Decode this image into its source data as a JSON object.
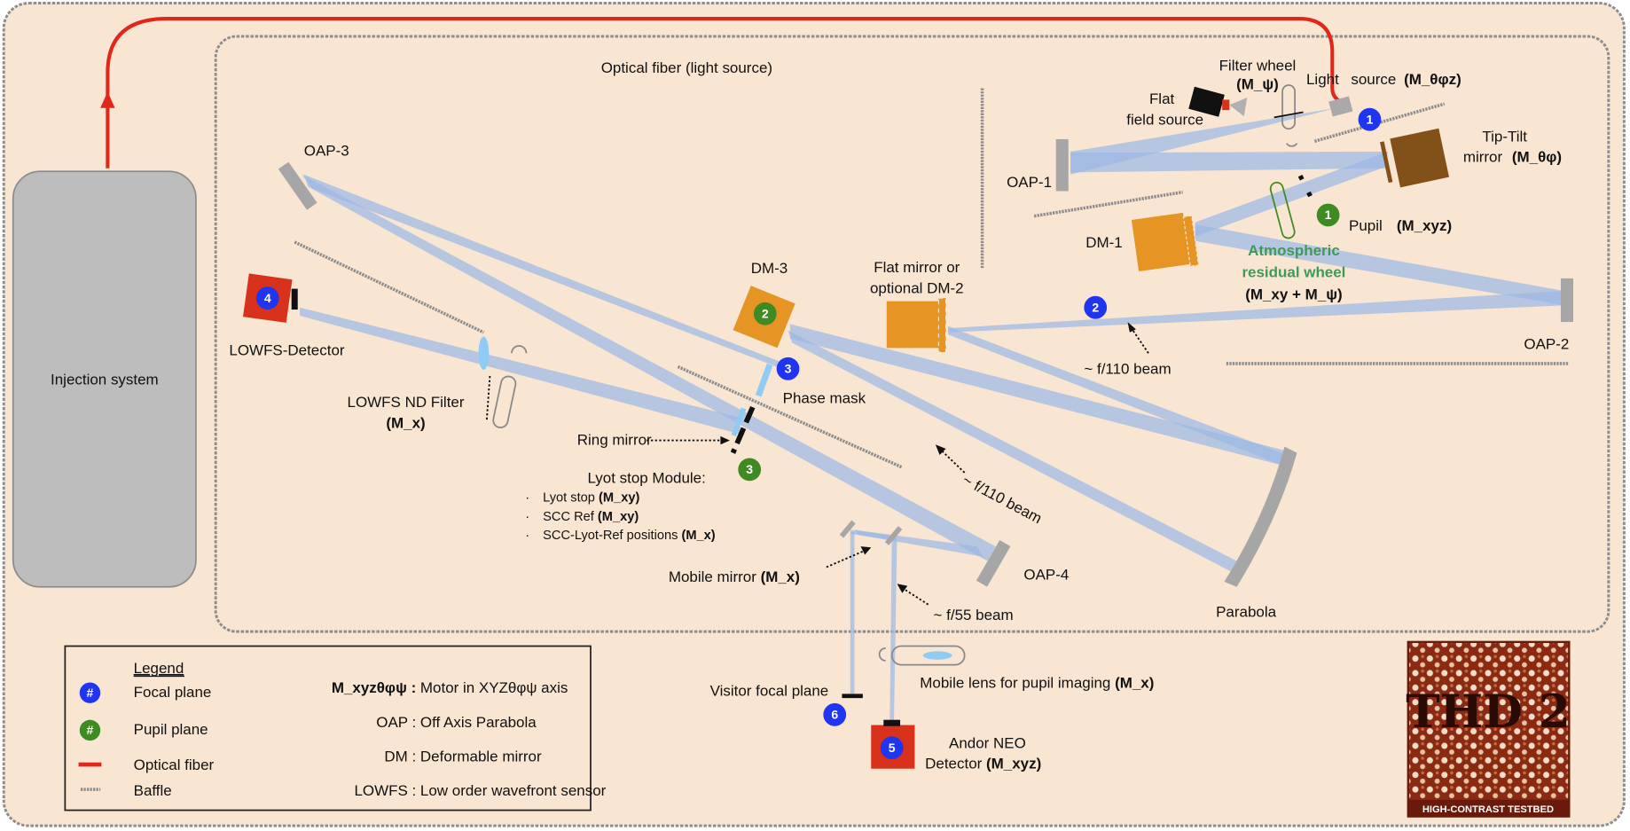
{
  "colors": {
    "background": "#f8e6d2",
    "focal_plane": "#1f35f0",
    "pupil_plane": "#3f8a22",
    "fiber": "#e1261c",
    "beam": "#9bb8e6",
    "dm": "#e69423",
    "tip_tilt": "#82511a",
    "detector": "#d8321d",
    "mirror": "#a6a6a6",
    "atmospheric_text": "#3f9a5a"
  },
  "injection": {
    "label": "Injection system"
  },
  "fiber": {
    "label": "Optical fiber (light source)"
  },
  "components": {
    "filter_wheel": {
      "name": "Filter wheel",
      "motor": "(M_ψ)"
    },
    "flat_field": {
      "line1": "Flat",
      "line2": "field source"
    },
    "light_source": {
      "name1": "Light",
      "name2": "source",
      "motor": "(M_θφz)"
    },
    "tip_tilt": {
      "line1": "Tip-Tilt",
      "name": "mirror",
      "motor": "(M_θφ)"
    },
    "oap1": "OAP-1",
    "oap2": "OAP-2",
    "oap3": "OAP-3",
    "oap4": "OAP-4",
    "dm1": "DM-1",
    "dm3": "DM-3",
    "pupil": {
      "name": "Pupil",
      "motor": "(M_xyz)"
    },
    "atmospheric": {
      "line1": "Atmospheric",
      "line2": "residual wheel",
      "motor": "(M_xy + M_ψ)"
    },
    "flat_mirror": {
      "line1": "Flat mirror or",
      "line2": "optional DM-2"
    },
    "beam_top": "~ f/110 beam",
    "beam_mid": "~ f/110 beam",
    "beam_low": "~ f/55 beam",
    "phase_mask": "Phase mask",
    "ring_mirror": "Ring mirror",
    "lowfs_detector": "LOWFS-Detector",
    "lowfs_filter": {
      "line1": "LOWFS ND Filter",
      "motor": "(M_x)"
    },
    "lyot": {
      "title": "Lyot stop Module:",
      "items": [
        {
          "name": "Lyot stop",
          "motor": "(M_xy)"
        },
        {
          "name": "SCC Ref",
          "motor": "(M_xy)"
        },
        {
          "name": "SCC-Lyot-Ref positions",
          "motor": "(M_x)"
        }
      ],
      "bullet": "·"
    },
    "mobile_mirror": {
      "name": "Mobile mirror",
      "motor": "(M_x)"
    },
    "parabola": "Parabola",
    "mobile_lens": {
      "name": "Mobile lens for pupil imaging",
      "motor": "(M_x)"
    },
    "visitor": "Visitor focal plane",
    "andor": {
      "line1": "Andor NEO",
      "name": "Detector",
      "motor": "(M_xyz)"
    }
  },
  "markers": {
    "focal": [
      "1",
      "2",
      "3",
      "4",
      "5",
      "6"
    ],
    "pupil": [
      "1",
      "2",
      "3"
    ]
  },
  "legend": {
    "title": "Legend",
    "symbol": "#",
    "items": [
      "Focal plane",
      "Pupil plane",
      "Optical fiber",
      "Baffle"
    ],
    "defs": [
      {
        "key": "M_xyzθφψ :",
        "value": "Motor in XYZθφψ axis"
      },
      {
        "key": "OAP :",
        "value": "Off Axis Parabola"
      },
      {
        "key": "DM :",
        "value": "Deformable mirror"
      },
      {
        "key": "LOWFS :",
        "value": "Low order wavefront sensor"
      }
    ]
  },
  "logo": {
    "text": "THD 2",
    "caption": "HIGH-CONTRAST TESTBED"
  }
}
